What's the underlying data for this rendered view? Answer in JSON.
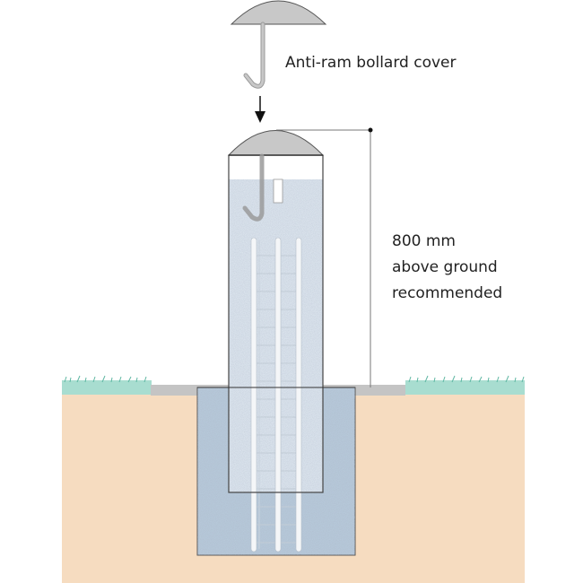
{
  "labels": {
    "cover": "Anti-ram bollard cover",
    "height_line1": "800 mm",
    "height_line2": "above ground",
    "height_line3": "recommended"
  },
  "colors": {
    "soil": "#f6dcc0",
    "grass": "#a8ddd0",
    "pavement": "#c4c4c4",
    "foundation_concrete": "#b7cadb",
    "bollard_concrete": "#dde6ef",
    "cover": "#c8c8c8"
  }
}
